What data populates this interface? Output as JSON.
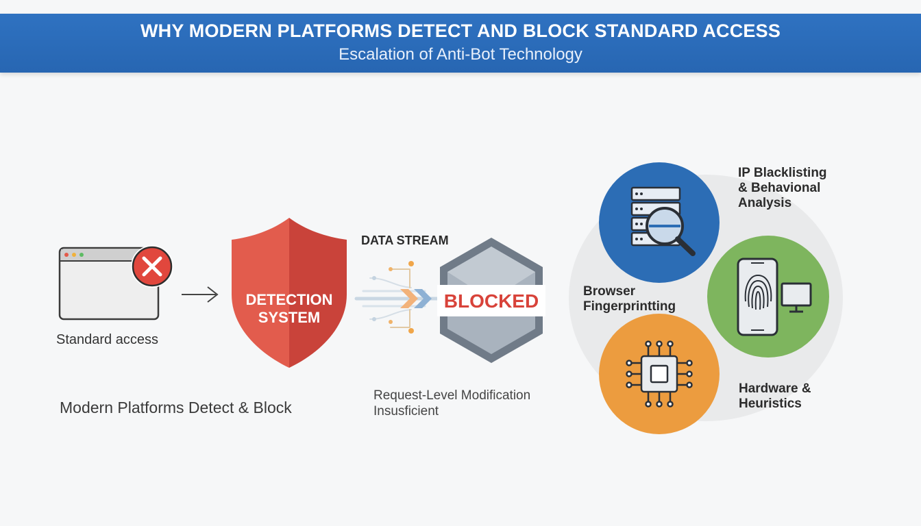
{
  "header": {
    "title": "WHY MODERN PLATFORMS DETECT AND BLOCK STANDARD ACCESS",
    "subtitle": "Escalation of Anti-Bot Technology"
  },
  "left": {
    "browser_caption": "Standard access",
    "footer_caption": "Modern Platforms Detect & Block"
  },
  "shield": {
    "line1": "DETECTION",
    "line2": "SYSTEM"
  },
  "stream": {
    "label": "DATA STREAM",
    "blocked": "BLOCKED",
    "caption_line1": "Request-Level Modification",
    "caption_line2": "Insusficient"
  },
  "techniques": {
    "ip_line1": "IP Blacklisting",
    "ip_line2": "& Behavional",
    "ip_line3": "Analysis",
    "browser_line1": "Browser",
    "browser_line2": "Fingerprintting",
    "hardware_line1": "Hardware &",
    "hardware_line2": "Heuristics"
  },
  "colors": {
    "banner": "#2b6cb8",
    "shield_red": "#d9483b",
    "blue_circle": "#2c6db5",
    "green_circle": "#7eb55e",
    "orange_circle": "#ec9c3f",
    "blocked_text": "#d8433a"
  },
  "icons": [
    "close-icon",
    "arrow-right-icon",
    "shield-icon",
    "hexagon-icon",
    "server-search-icon",
    "fingerprint-device-icon",
    "chip-icon"
  ]
}
